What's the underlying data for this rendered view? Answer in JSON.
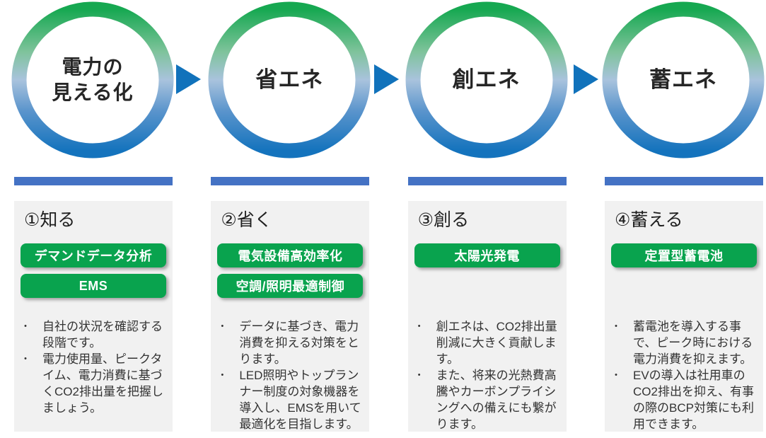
{
  "steps": [
    {
      "circle_lines": [
        "電力の",
        "見える化"
      ],
      "card_title": "①知る",
      "badges": [
        "デマンドデータ分析",
        "EMS"
      ],
      "bullets": [
        "自社の状況を確認する段階です。",
        "電力使用量、ピークタイム、電力消費に基づくCO2排出量を把握しましょう。"
      ]
    },
    {
      "circle_lines": [
        "省エネ"
      ],
      "card_title": "②省く",
      "badges": [
        "電気設備高効率化",
        "空調/照明最適制御"
      ],
      "bullets": [
        "データに基づき、電力消費を抑える対策をとります。",
        "LED照明やトップランナー制度の対象機器を導入し、EMSを用いて最適化を目指します。"
      ]
    },
    {
      "circle_lines": [
        "創エネ"
      ],
      "card_title": "③創る",
      "badges": [
        "太陽光発電"
      ],
      "bullets": [
        "創エネは、CO2排出量削減に大きく貢献します。",
        "また、将来の光熱費高騰やカーボンプライシングへの備えにも繋がります。"
      ]
    },
    {
      "circle_lines": [
        "蓄エネ"
      ],
      "card_title": "④蓄える",
      "badges": [
        "定置型蓄電池"
      ],
      "bullets": [
        "蓄電池を導入する事で、ピーク時における電力消費を抑えます。",
        "EVの導入は社用車のCO2排出を抑え、有事の際のBCP対策にも利用できます。"
      ]
    }
  ],
  "colors": {
    "ring_green": "#16a851",
    "ring_mid": "#a9c3dd",
    "ring_blue": "#1473bd",
    "arrow_blue": "#1172bb",
    "bar_blue": "#4472c4",
    "badge_green": "#09a34e",
    "card_bg": "#f1f1f1",
    "text_dark": "#262626",
    "bullet_text": "#333333"
  }
}
